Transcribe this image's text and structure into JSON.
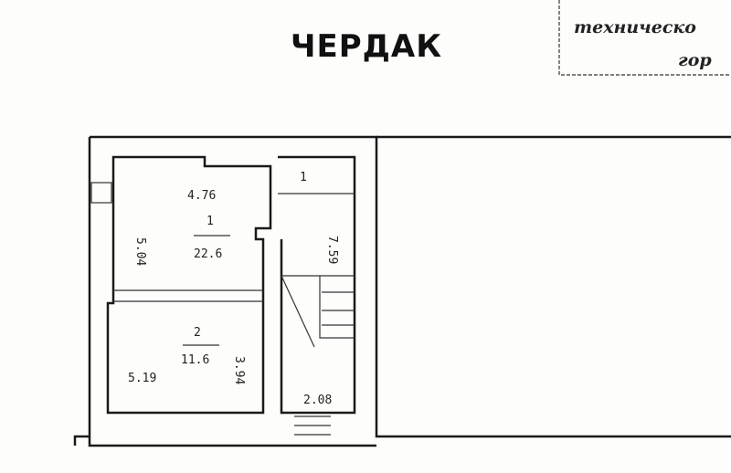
{
  "title": "ЧЕРДАК",
  "note": {
    "line1": "техническо",
    "line2": "гор"
  },
  "rooms": [
    {
      "number": "1",
      "area": "22.6",
      "width": "4.76",
      "length": "5.04"
    },
    {
      "number": "2",
      "area": "11.6",
      "width": "5.19",
      "length": "3.94"
    }
  ],
  "stair": {
    "number": "1",
    "length": "7.59",
    "width": "2.08"
  }
}
